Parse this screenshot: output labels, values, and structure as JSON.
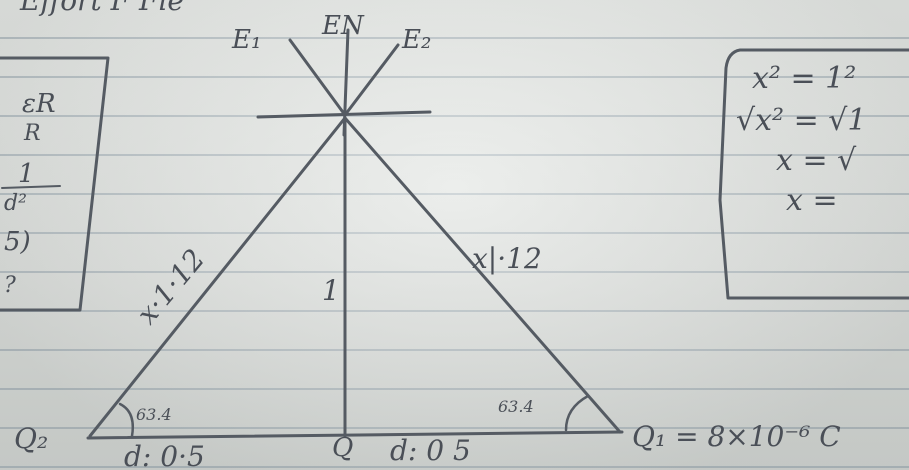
{
  "header_fragment": "Effort   F   Fie",
  "field_labels": {
    "left": "E₁",
    "center": "EN",
    "right": "E₂"
  },
  "left_side_label": "x·1·12",
  "right_side_label": "x|·12",
  "height_label": "1",
  "left_angle_label": "63.4",
  "right_angle_label": "63.4",
  "left_charge_label": "Q₂",
  "mid_point_label": "Q",
  "left_distance_label": "d: 0·5",
  "right_distance_label": "d: 0 5",
  "right_charge_label": "Q₁ = 8×10⁻⁶ C",
  "left_box": {
    "lines": [
      "εR",
      "R",
      "1",
      "d²",
      "5)",
      "?"
    ]
  },
  "right_box": {
    "lines": [
      "x² = 1²",
      "√x² = √1",
      "x = √",
      "x ="
    ]
  },
  "ink_color": "#555b63"
}
